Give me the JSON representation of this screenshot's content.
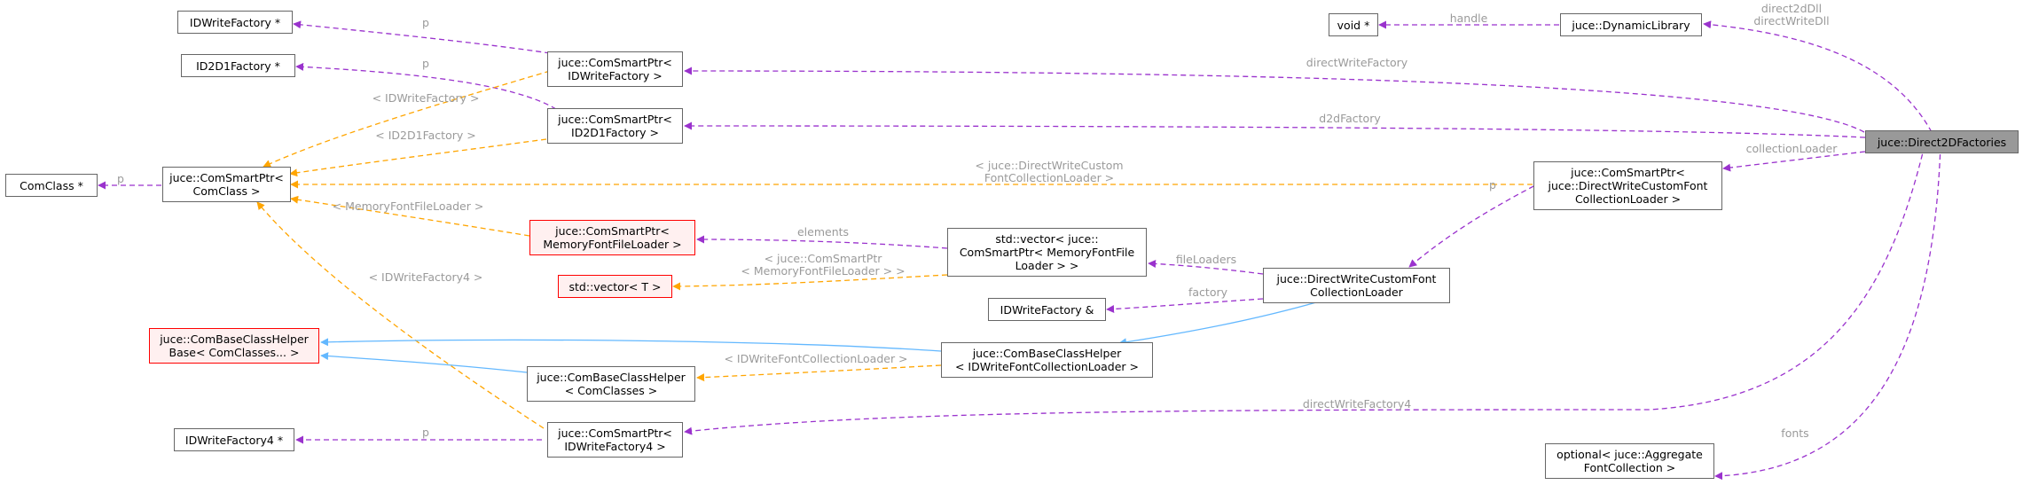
{
  "nodes": {
    "idwrite_factory_ptr": [
      "IDWriteFactory *"
    ],
    "id2d1_factory_ptr": [
      "ID2D1Factory *"
    ],
    "comclass_ptr": [
      "ComClass *"
    ],
    "comsmartptr_comclass": [
      "juce::ComSmartPtr<",
      "ComClass >"
    ],
    "comsmartptr_idwritefactory": [
      "juce::ComSmartPtr<",
      "IDWriteFactory >"
    ],
    "comsmartptr_id2d1factory": [
      "juce::ComSmartPtr<",
      "ID2D1Factory >"
    ],
    "comsmartptr_memoryfontfileloader": [
      "juce::ComSmartPtr<",
      "MemoryFontFileLoader >"
    ],
    "std_vector_t": [
      "std::vector< T >"
    ],
    "combaseclasshelperbase": [
      "juce::ComBaseClassHelper",
      "Base< ComClasses... >"
    ],
    "combaseclasshelper_comclasses": [
      "juce::ComBaseClassHelper",
      "< ComClasses >"
    ],
    "idwritefactory4_ptr": [
      "IDWriteFactory4 *"
    ],
    "comsmartptr_idwritefactory4": [
      "juce::ComSmartPtr<",
      "IDWriteFactory4 >"
    ],
    "void_ptr": [
      "void *"
    ],
    "dynamic_library": [
      "juce::DynamicLibrary"
    ],
    "direct2d_factories": [
      "juce::Direct2DFactories"
    ],
    "comsmartptr_customfontcollectionloader": [
      "juce::ComSmartPtr<",
      "juce::DirectWriteCustomFont",
      "CollectionLoader >"
    ],
    "std_vector_comsmartptr": [
      "std::vector< juce::",
      "ComSmartPtr< MemoryFontFile",
      "Loader > >"
    ],
    "directwrite_customfontcollectionloader": [
      "juce::DirectWriteCustomFont",
      "CollectionLoader"
    ],
    "idwritefactory_ref": [
      "IDWriteFactory &"
    ],
    "combaseclasshelper_idwritefontcollectionloader": [
      "juce::ComBaseClassHelper",
      "< IDWriteFontCollectionLoader >"
    ],
    "optional_aggregate_fontcollection": [
      "optional< juce::Aggregate",
      "FontCollection >"
    ]
  },
  "edge_labels": {
    "p1": [
      "p"
    ],
    "p2": [
      "p"
    ],
    "p3": [
      "p"
    ],
    "p4": [
      "p"
    ],
    "p5": [
      "p"
    ],
    "idwritefactory_tmpl": [
      "< IDWriteFactory >"
    ],
    "id2d1factory_tmpl": [
      "< ID2D1Factory >"
    ],
    "memoryfontfileloader_tmpl": [
      "< MemoryFontFileLoader >"
    ],
    "idwritefactory4_tmpl": [
      "< IDWriteFactory4 >"
    ],
    "customloader_tmpl": [
      "< juce::DirectWriteCustom",
      "FontCollectionLoader >"
    ],
    "comsmartptr_memloader_tmpl": [
      "< juce::ComSmartPtr",
      "< MemoryFontFileLoader > >"
    ],
    "idwritefontcollectionloader_tmpl": [
      "< IDWriteFontCollectionLoader >"
    ],
    "handle": [
      "handle"
    ],
    "direct2ddll": [
      "direct2dDll",
      "directWriteDll"
    ],
    "directwritefactory": [
      "directWriteFactory"
    ],
    "d2dfactory": [
      "d2dFactory"
    ],
    "collectionloader": [
      "collectionLoader"
    ],
    "elements": [
      "elements"
    ],
    "fileloaders": [
      "fileLoaders"
    ],
    "factory": [
      "factory"
    ],
    "directwritefactory4": [
      "directWriteFactory4"
    ],
    "fonts": [
      "fonts"
    ]
  },
  "colors": {
    "member_edge": "#9a32cd",
    "template_edge": "#ffa500",
    "inherit_edge": "#63b8ff",
    "label_text": "#9a9a9a",
    "node_border": "#666666",
    "incomplete_border": "#ff0000",
    "focus_fill": "#999999"
  }
}
